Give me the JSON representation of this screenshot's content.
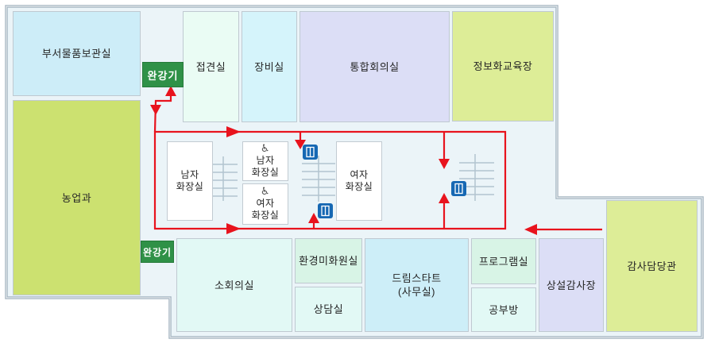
{
  "plan": {
    "title": "floor-plan-evacuation-map",
    "rooms": [
      {
        "id": "dept-storage",
        "label": "부서물품보관실"
      },
      {
        "id": "agriculture-dept",
        "label": "농업과"
      },
      {
        "id": "reception-room",
        "label": "접견실"
      },
      {
        "id": "equipment-room",
        "label": "장비실"
      },
      {
        "id": "integrated-conference",
        "label": "통합회의실"
      },
      {
        "id": "it-education-hall",
        "label": "정보화교육장"
      },
      {
        "id": "mens-toilet",
        "label": "남자\n화장실"
      },
      {
        "id": "mens-accessible-toilet",
        "label": "남자\n화장실"
      },
      {
        "id": "womens-accessible-toilet",
        "label": "여자\n화장실"
      },
      {
        "id": "womens-toilet",
        "label": "여자\n화장실"
      },
      {
        "id": "small-conference",
        "label": "소회의실"
      },
      {
        "id": "janitor-room",
        "label": "환경미화원실"
      },
      {
        "id": "counseling-room",
        "label": "상담실"
      },
      {
        "id": "dream-start-office",
        "label": "드림스타트\n(사무실)"
      },
      {
        "id": "program-room",
        "label": "프로그램실"
      },
      {
        "id": "study-room",
        "label": "공부방"
      },
      {
        "id": "audit-hall",
        "label": "상설감사장"
      },
      {
        "id": "audit-office",
        "label": "감사담당관"
      }
    ],
    "badges": {
      "descender_top": "완강기",
      "descender_bottom": "완강기"
    },
    "icons": {
      "wheelchair": "♿",
      "elevator": "elevator-icon",
      "stairs": "stairs-marks",
      "route": "red-evacuation-route-arrows"
    },
    "colors": {
      "building_fill": "#ebf4f8",
      "building_border": "#a6b6c2",
      "room_blue": "#cdedf8",
      "room_green": "#cce170",
      "room_yellow_green": "#dded97",
      "room_lavender": "#dcdef6",
      "room_cyan": "#d5f4fb",
      "room_mint": "#d8f4e6",
      "room_pale_aqua": "#e2f9f5",
      "room_pale_mint": "#eafcf4",
      "toilet_white": "#ffffff",
      "route_red": "#e8131d",
      "badge_green": "#2f9147",
      "elevator_blue": "#1668b3",
      "stairs_gray": "#b2c4cf"
    }
  }
}
